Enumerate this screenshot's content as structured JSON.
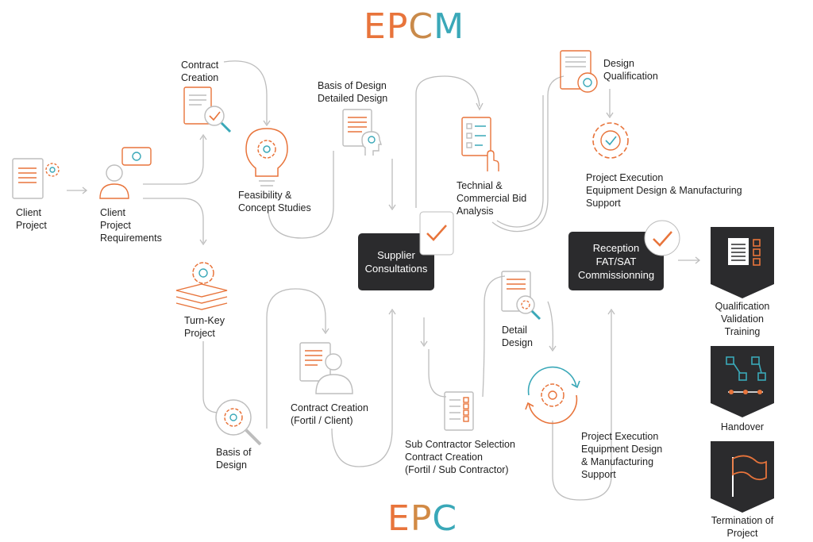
{
  "titles": {
    "epcm": [
      "E",
      "P",
      "C",
      "M"
    ],
    "epc": [
      "E",
      "P",
      "C"
    ]
  },
  "colors": {
    "orange": "#E8743B",
    "teal": "#3AA8B8",
    "gold": "#D9A441",
    "dark": "#2B2B2D",
    "line": "#BDBDBD"
  },
  "nodes": {
    "client_project": "Client\nProject",
    "client_requirements": "Client\nProject\nRequirements",
    "contract_creation": "Contract\nCreation",
    "feasibility": "Feasibility &\nConcept Studies",
    "basis_detailed": "Basis of Design\nDetailed Design",
    "bid_analysis": "Technial &\nCommercial Bid\nAnalysis",
    "design_qualification": "Design\nQualification",
    "project_execution_top": "Project Execution\nEquipment Design & Manufacturing\nSupport",
    "supplier_consultations": "Supplier\nConsultations",
    "reception": "Reception\nFAT/SAT\nCommissionning",
    "turnkey": "Turn-Key\nProject",
    "basis_of_design": "Basis of\nDesign",
    "contract_fortil": "Contract Creation\n(Fortil / Client)",
    "subcontractor": "Sub Contractor Selection\nContract Creation\n(Fortil / Sub Contractor)",
    "detail_design": "Detail\nDesign",
    "project_execution_bottom": "Project Execution\nEquipment Design\n& Manufacturing\nSupport",
    "qualification": "Qualification\nValidation\nTraining",
    "handover": "Handover",
    "termination": "Termination of\nProject"
  },
  "icons": [
    "document-gear-icon",
    "user-chat-icon",
    "contract-search-icon",
    "lightbulb-gear-icon",
    "document-head-icon",
    "checklist-hand-icon",
    "document-bulb-icon",
    "gear-check-icon",
    "check-card-icon",
    "layers-gear-icon",
    "search-gear-icon",
    "document-user-icon",
    "checklist-doc-icon",
    "document-search-icon",
    "cycle-gear-icon",
    "checklist-shield-icon",
    "network-shield-icon",
    "flag-shield-icon"
  ]
}
